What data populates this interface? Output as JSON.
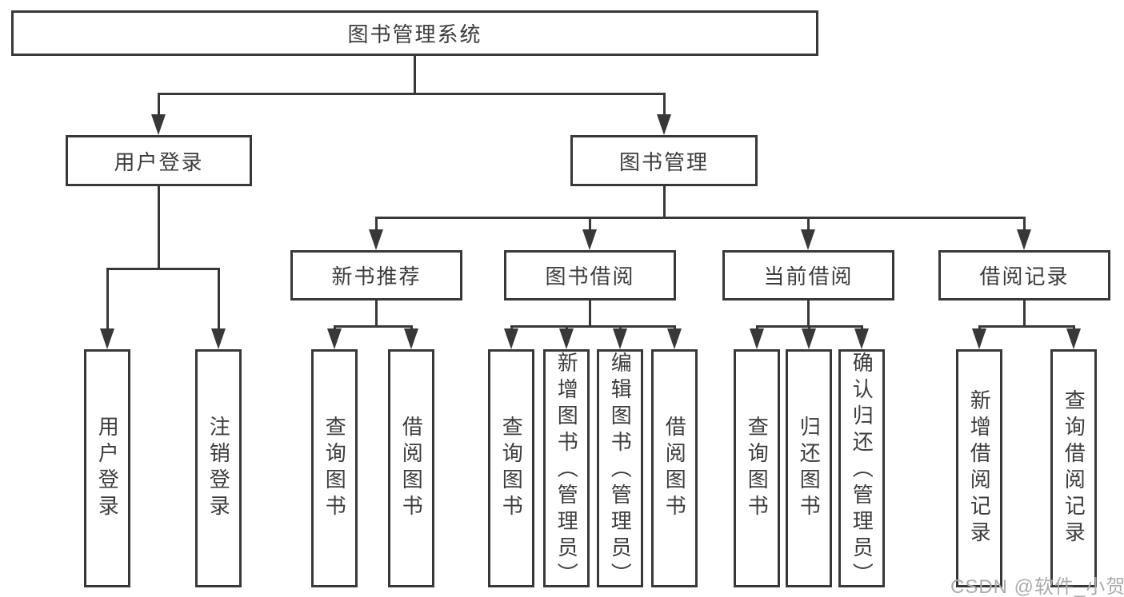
{
  "diagram_title": "图书管理系统",
  "nodes": {
    "root": "图书管理系统",
    "level2": [
      "用户登录",
      "图书管理"
    ],
    "level3": [
      "新书推荐",
      "图书借阅",
      "当前借阅",
      "借阅记录"
    ],
    "leaves_user_login": [
      "用户登录",
      "注销登录"
    ],
    "leaves_new_book": [
      "查询图书",
      "借阅图书"
    ],
    "leaves_book_borrow": [
      "查询图书",
      "新增图书（管理员）",
      "编辑图书（管理员）",
      "借阅图书"
    ],
    "leaves_current_borrow": [
      "查询图书",
      "归还图书",
      "确认归还（管理员）"
    ],
    "leaves_borrow_record": [
      "新增借阅记录",
      "查询借阅记录"
    ]
  },
  "watermark": "CSDN @软件_小贺同学",
  "colors": {
    "line": "#383838",
    "text": "#3c3c3c",
    "watermark": "#ababab",
    "background": "#ffffff"
  }
}
